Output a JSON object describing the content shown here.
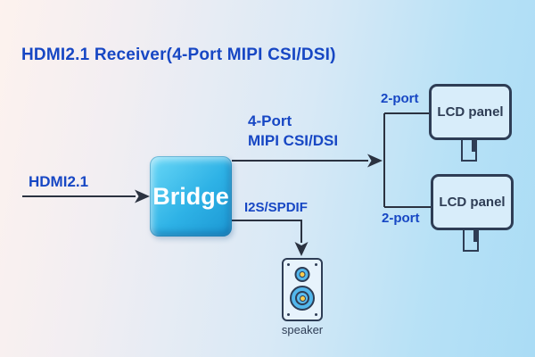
{
  "title": "HDMI2.1 Receiver(4-Port MIPI CSI/DSI)",
  "diagram": {
    "input": {
      "label": "HDMI2.1"
    },
    "bridge": {
      "label": "Bridge"
    },
    "outputs": {
      "mipi": {
        "label_line1": "4-Port",
        "label_line2": "MIPI CSI/DSI"
      },
      "audio": {
        "label": "I2S/SPDIF"
      }
    },
    "panels": [
      {
        "label": "LCD panel",
        "port_label": "2-port"
      },
      {
        "label": "LCD panel",
        "port_label": "2-port"
      }
    ],
    "speaker": {
      "label": "speaker"
    }
  },
  "colors": {
    "label_blue": "#1747c4",
    "wire_dark": "#2b3240",
    "outline_navy": "#2e3d55",
    "bridge_fill_top": "#6ad8f7",
    "bridge_fill_bottom": "#1b97d3",
    "panel_fill": "#d8edfa",
    "speaker_cone_blue": "#53b7ec",
    "speaker_cone_yellow": "#f9cd4f",
    "background_left": "#fdf2ee",
    "background_right": "#aadcf5"
  }
}
